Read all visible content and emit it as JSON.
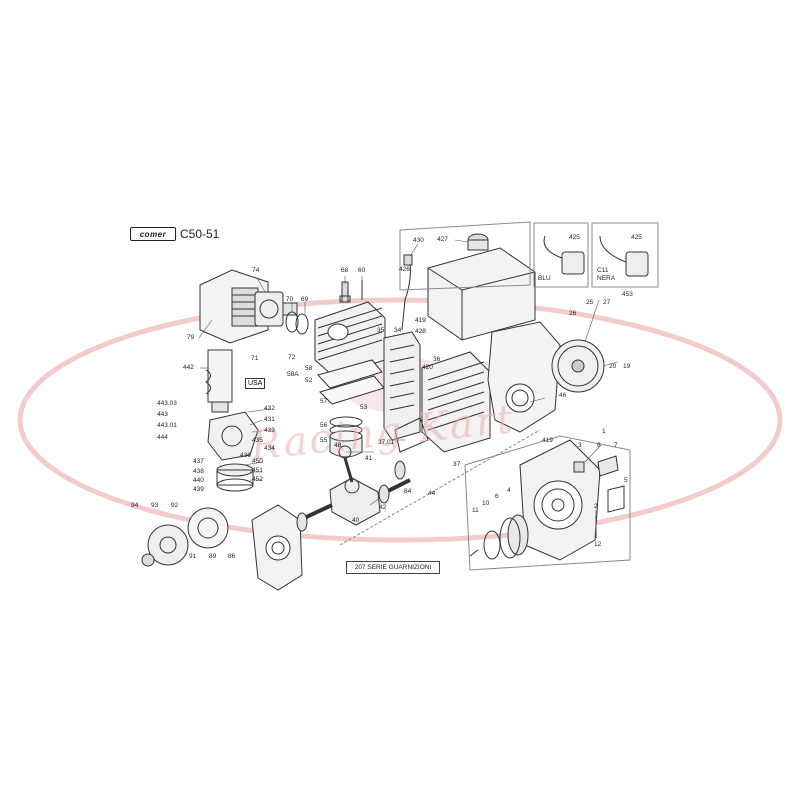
{
  "header": {
    "brand_logo_text": "comer",
    "model_title": "C50-51"
  },
  "colors": {
    "line": "#333333",
    "watermark": "#e06060",
    "background": "#ffffff"
  },
  "boxes": {
    "blu_label": "BLU",
    "nera_label_1": "C11",
    "nera_label_2": "NERA",
    "usa_label": "USA",
    "kit_label": "207 SERIE GUARNIZIONI"
  },
  "watermark": {
    "text": "Racing Kart"
  },
  "part_numbers": {
    "p430": "430",
    "p427": "427",
    "p426": "426",
    "p425a": "425",
    "p425b": "425",
    "p74": "74",
    "p68": "68",
    "p60": "60",
    "p70": "70",
    "p69": "69",
    "p79": "79",
    "p419a": "419",
    "p428": "428",
    "p453": "453",
    "p25": "25",
    "p27": "27",
    "p26": "26",
    "p35": "35",
    "p34": "34",
    "p71": "71",
    "p72": "72",
    "p58": "58",
    "p58a": "58A",
    "p52": "52",
    "p442": "442",
    "p36": "36",
    "p420": "420",
    "p20": "20",
    "p19": "19",
    "p443_03": "443.03",
    "p443": "443",
    "p443_01": "443.01",
    "p444": "444",
    "p432": "432",
    "p431": "431",
    "p433": "433",
    "p435": "435",
    "p434": "434",
    "p57": "57",
    "p53": "53",
    "p56": "56",
    "p55": "55",
    "p46": "46",
    "p437": "437",
    "p436": "436",
    "p450": "450",
    "p438": "438",
    "p451": "451",
    "p440": "440",
    "p452": "452",
    "p439": "439",
    "p48": "48",
    "p41": "41",
    "p37_01": "37.01",
    "p37": "37",
    "p419b": "419",
    "p1": "1",
    "p3": "3",
    "p8": "8",
    "p7": "7",
    "p84": "84",
    "p44": "44",
    "p42": "42",
    "p40": "40",
    "p5": "5",
    "p94": "94",
    "p93": "93",
    "p92": "92",
    "p91": "91",
    "p89": "89",
    "p86": "86",
    "p10": "10",
    "p6": "6",
    "p4": "4",
    "p11": "11",
    "p2": "2",
    "p12": "12"
  }
}
